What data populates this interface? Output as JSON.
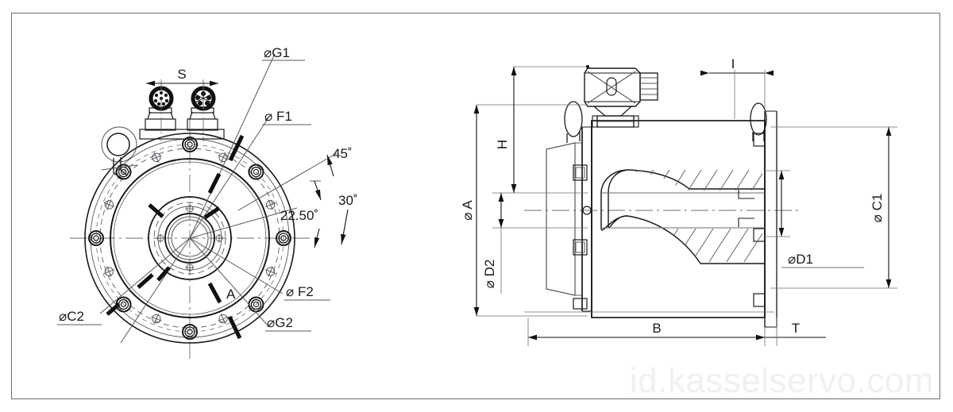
{
  "drawing": {
    "title": "servo motor dimensional drawing",
    "type": "engineering-drawing",
    "views": [
      {
        "name": "front-view",
        "label": ""
      },
      {
        "name": "side-section-view",
        "label": ""
      }
    ]
  },
  "watermark": {
    "text": "id.kasselservo.com",
    "color": "#f0f0f0"
  },
  "front_view": {
    "labels": {
      "s": "S",
      "g1": "⌀G1",
      "f1": "⌀ F1",
      "angle_45": "45˚",
      "angle_30": "30˚",
      "angle_2250": "22.50˚",
      "c2": "⌀C2",
      "f2": "⌀ F2",
      "g2": "⌀G2",
      "a": "A"
    },
    "features": {
      "connector_count": 2,
      "flange_bolt_count": 8,
      "tapped_hole_count": 8,
      "lifting_eye": "eye-bolt"
    }
  },
  "side_view": {
    "labels": {
      "h": "H",
      "a_dia": "⌀ A",
      "d2": "⌀ D2",
      "c1": "⌀ C1",
      "d1": "⌀D1",
      "i": "I",
      "b": "B",
      "t": "T"
    }
  },
  "colors": {
    "line": "#1a1a1a",
    "thin_line": "#55585c",
    "center_line": "#6b6e72",
    "border": "#6e6e6e",
    "background": "#ffffff"
  }
}
